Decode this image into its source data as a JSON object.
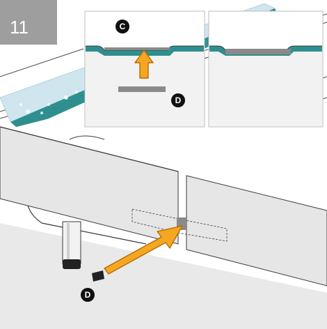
{
  "step": {
    "number": "11"
  },
  "callouts": {
    "c_label": "C",
    "d_label_inset": "D",
    "d_label_scene": "D"
  },
  "colors": {
    "frame_gray": "#f2f2f2",
    "panel_gray": "#e6e6e6",
    "line_dark": "#3a3a3a",
    "teal": "#2f8f8f",
    "teal_dark": "#1f6f6f",
    "foam": "#cfe6ee",
    "strip_gray": "#8a8a8a",
    "arrow_fill": "#f5a623",
    "arrow_stroke": "#b36d00",
    "badge_bg": "#9e9e9e",
    "callout_bg": "#111111",
    "white": "#ffffff"
  },
  "icons": {
    "up_arrow": "up-arrow-icon",
    "insert_arrow": "insert-arrow-icon",
    "callout_c": "callout-c-icon",
    "callout_d": "callout-d-icon"
  }
}
